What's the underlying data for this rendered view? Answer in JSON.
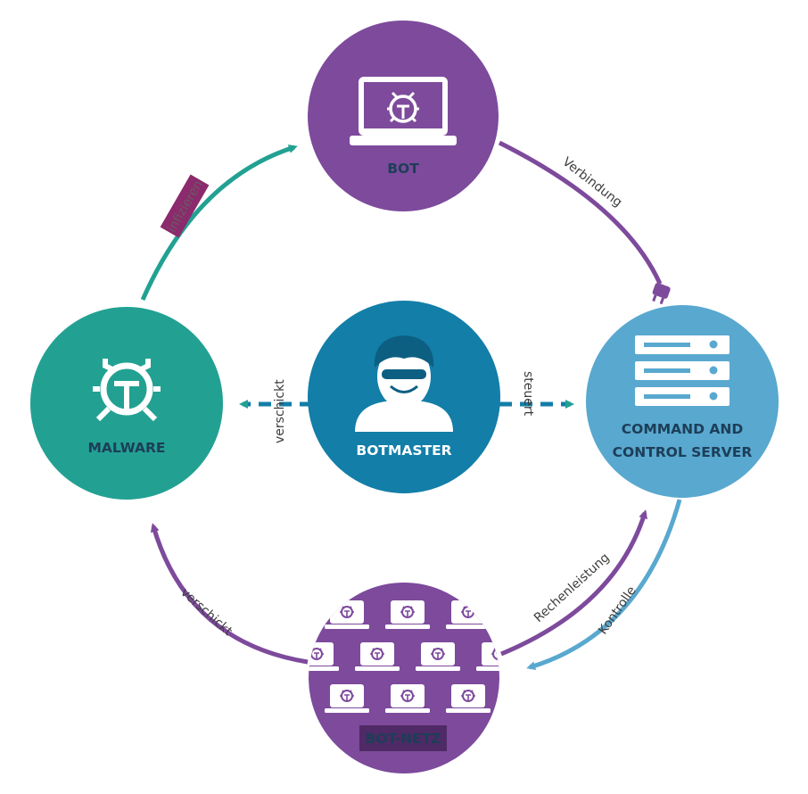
{
  "colors": {
    "purple": "#7d4a9c",
    "purple_dark": "#4f2a66",
    "teal": "#22a193",
    "blue": "#137ea8",
    "light_blue": "#59a8cf",
    "navy_text": "#1d3e58",
    "infect_tag": "#8b2a6c"
  },
  "nodes": {
    "bot": {
      "label": "BOT",
      "icon": "laptop-bug-icon"
    },
    "malware": {
      "label": "MALWARE",
      "icon": "bug-icon"
    },
    "botmaster": {
      "label": "BOTMASTER",
      "icon": "hacker-person-icon"
    },
    "cc_server": {
      "label_line1": "COMMAND AND",
      "label_line2": "CONTROL SERVER",
      "icon": "server-rack-icon"
    },
    "botnet": {
      "label": "BOT-NETZ",
      "icon": "laptop-grid-icon"
    }
  },
  "edges": {
    "infizieren": "infizieren",
    "verbindung": "Verbindung",
    "verschickt_center": "verschickt",
    "steuert": "steuert",
    "rechenleistung": "Rechenleistung",
    "kontrolle": "Kontrolle",
    "verschickt_bottom": "verschickt"
  }
}
